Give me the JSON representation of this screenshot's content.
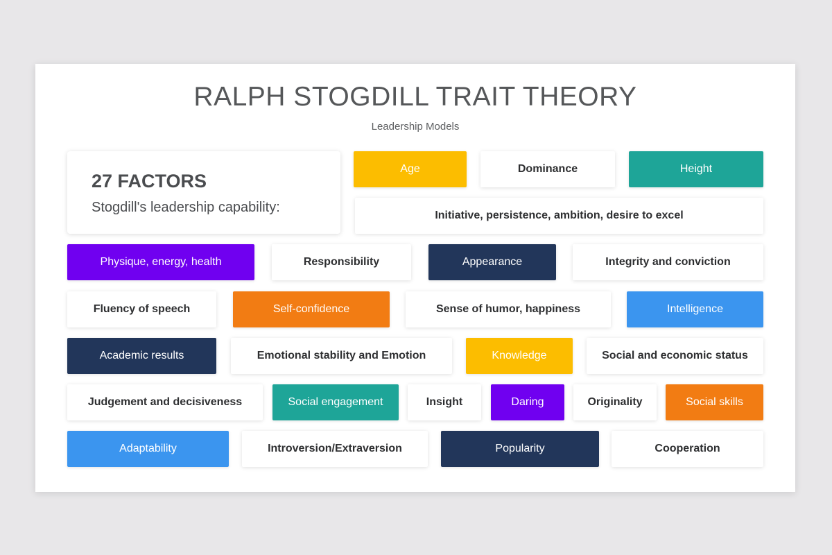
{
  "slide": {
    "title": "RALPH STOGDILL TRAIT THEORY",
    "subtitle": "Leadership Models"
  },
  "intro": {
    "heading": "27 FACTORS",
    "text": "Stogdill's leadership capability:"
  },
  "colors": {
    "yellow": "#fcbd00",
    "teal": "#1ea598",
    "purple": "#7000f0",
    "navy": "#22365a",
    "orange": "#f27c13",
    "blue": "#3b95ef",
    "white": "#ffffff"
  },
  "factors": {
    "age": "Age",
    "dominance": "Dominance",
    "height": "Height",
    "initiative": "Initiative, persistence, ambition, desire to excel",
    "physique": "Physique, energy, health",
    "responsibility": "Responsibility",
    "appearance": "Appearance",
    "integrity": "Integrity and conviction",
    "fluency": "Fluency of speech",
    "self_confidence": "Self-confidence",
    "humor": "Sense of humor, happiness",
    "intelligence": "Intelligence",
    "academic": "Academic results",
    "emotional": "Emotional stability and Emotion",
    "knowledge": "Knowledge",
    "social_economic": "Social and economic status",
    "judgement": "Judgement  and decisiveness",
    "social_engagement": "Social engagement",
    "insight": "Insight",
    "daring": "Daring",
    "originality": "Originality",
    "social_skills": "Social skills",
    "adaptability": "Adaptability",
    "introversion": "Introversion/Extraversion",
    "popularity": "Popularity",
    "cooperation": "Cooperation"
  }
}
